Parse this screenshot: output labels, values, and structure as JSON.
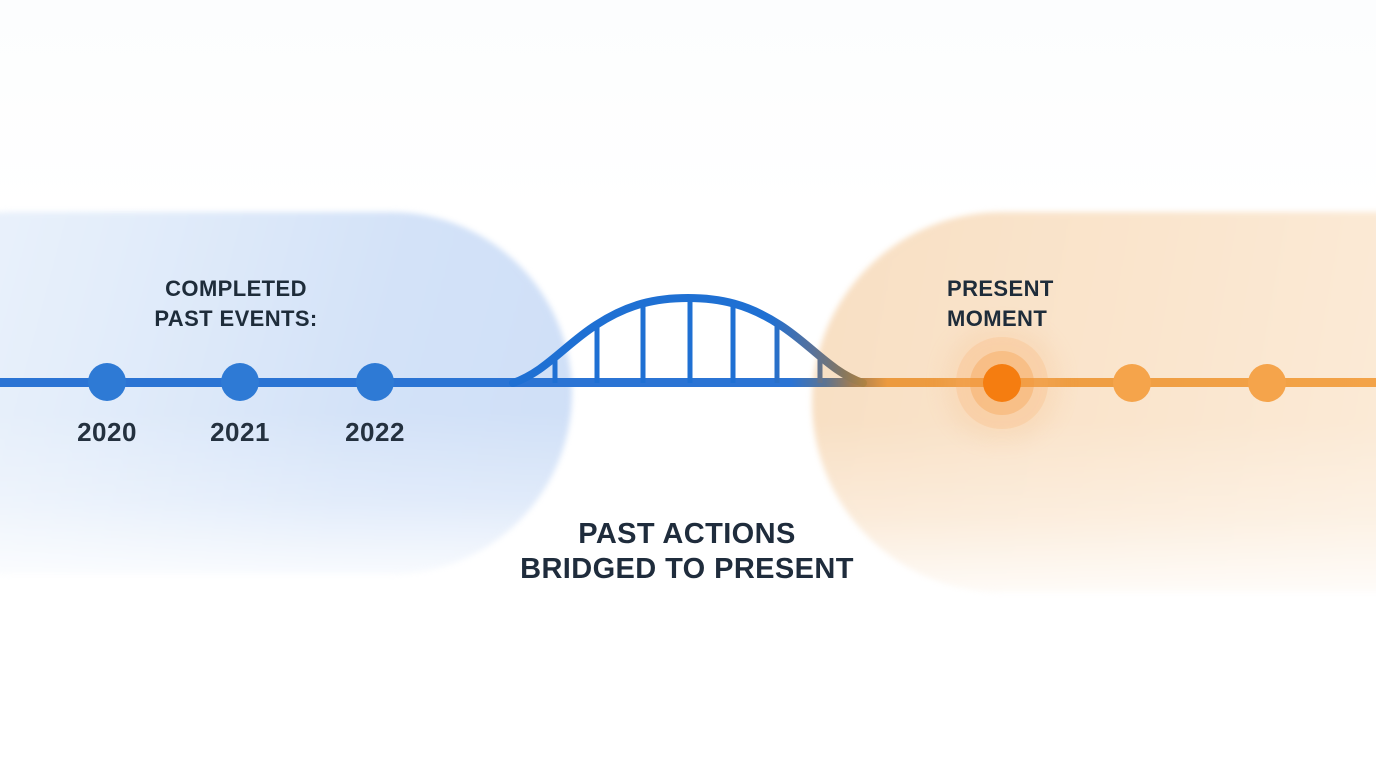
{
  "diagram": {
    "type": "timeline-infographic",
    "caption_line1": "PAST ACTIONS",
    "caption_line2": "BRIDGED TO PRESENT"
  },
  "past": {
    "label_line1": "COMPLETED",
    "label_line2": "PAST EVENTS:",
    "years": [
      "2020",
      "2021",
      "2022"
    ],
    "dot_color": "#2e7ad5",
    "line_color": "#2b74d4",
    "region_tint": "#d3e2f8"
  },
  "present": {
    "label_line1": "PRESENT",
    "label_line2": "MOMENT",
    "dot_color": "#f57d10",
    "future_dot_color": "#f5a44b",
    "line_color": "#f3a348",
    "region_tint": "#fae5cd"
  },
  "bridge": {
    "graphic": "arch-bridge",
    "strut_count": 7,
    "color_start": "#1f70d3",
    "color_end": "#b5843f"
  }
}
